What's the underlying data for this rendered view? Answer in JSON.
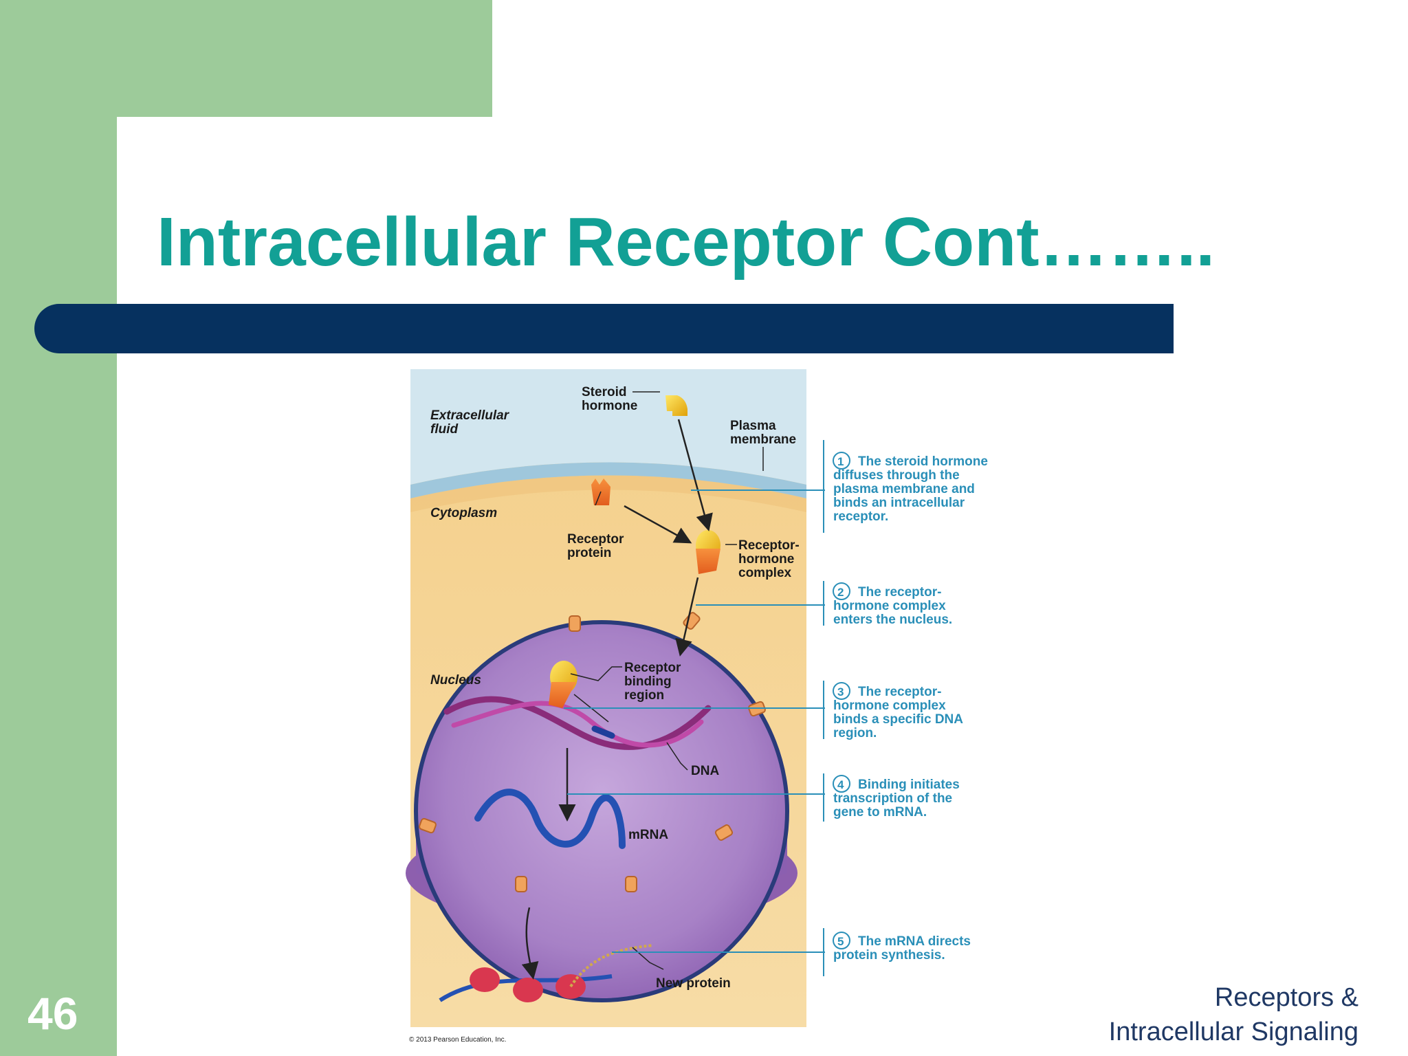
{
  "slide": {
    "title": "Intracellular Receptor Cont……..",
    "number": "46",
    "footer_line1": "Receptors &",
    "footer_line2": "Intracellular Signaling"
  },
  "diagram": {
    "labels": {
      "extracellular_1": "Extracellular",
      "extracellular_2": "fluid",
      "steroid_1": "Steroid",
      "steroid_2": "hormone",
      "plasma_1": "Plasma",
      "plasma_2": "membrane",
      "cytoplasm": "Cytoplasm",
      "receptor_protein_1": "Receptor",
      "receptor_protein_2": "protein",
      "rh_complex_1": "Receptor-",
      "rh_complex_2": "hormone",
      "rh_complex_3": "complex",
      "nucleus": "Nucleus",
      "rbr_1": "Receptor",
      "rbr_2": "binding",
      "rbr_3": "region",
      "dna": "DNA",
      "mrna": "mRNA",
      "new_protein": "New protein",
      "copyright": "© 2013 Pearson Education, Inc."
    },
    "steps": [
      {
        "num": "1",
        "lines": [
          "The steroid hormone",
          "diffuses through the",
          "plasma membrane and",
          "binds an intracellular",
          "receptor."
        ]
      },
      {
        "num": "2",
        "lines": [
          "The receptor-",
          "hormone complex",
          "enters the nucleus."
        ]
      },
      {
        "num": "3",
        "lines": [
          "The receptor-",
          "hormone complex",
          "binds a specific DNA",
          "region."
        ]
      },
      {
        "num": "4",
        "lines": [
          "Binding initiates",
          "transcription of the",
          "gene to mRNA."
        ]
      },
      {
        "num": "5",
        "lines": [
          "The mRNA directs",
          "protein synthesis."
        ]
      }
    ],
    "colors": {
      "title": "#12a095",
      "navy_bar": "#06315f",
      "green": "#9dcb9a",
      "step_text": "#2a8fb8",
      "nucleus": "#a982c6",
      "cytoplasm": "#f6d79c",
      "extracellular": "#cfe3ec"
    }
  }
}
